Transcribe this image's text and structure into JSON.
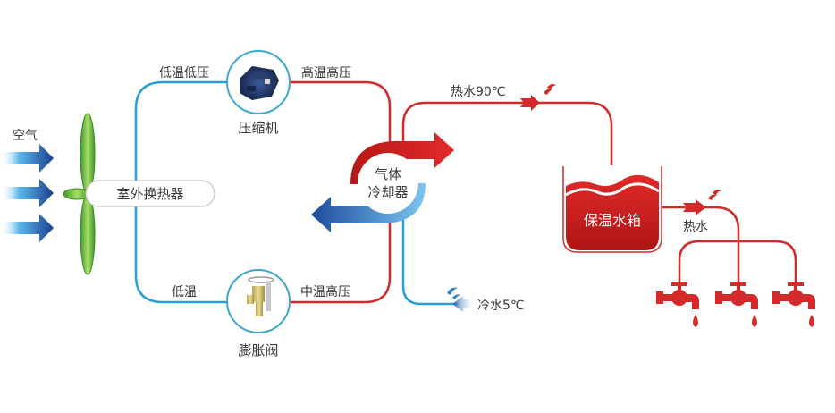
{
  "title": "空气源热泵热水系统原理图",
  "colors": {
    "cold_pipe": "#2a9fd6",
    "hot_pipe": "#d42a2a",
    "fan_green": "#7cc243",
    "air_arrow": "#1f4f9a",
    "tank_red": "#d01f1f",
    "text": "#3a3a3a"
  },
  "air": {
    "label": "空气",
    "icon": "air-flow-arrows"
  },
  "outdoor_heat_exchanger": {
    "label": "室外换热器",
    "icon": "fan-blade"
  },
  "compressor": {
    "label": "压缩机",
    "icon": "compressor-image"
  },
  "expansion_valve": {
    "label": "膨胀阀",
    "icon": "expansion-valve-image"
  },
  "gas_cooler": {
    "line1": "气体",
    "line2": "冷却器"
  },
  "pipe_labels": {
    "low_temp_low_pressure": "低温低压",
    "high_temp_high_pressure": "高温高压",
    "low_temp": "低温",
    "mid_temp_high_pressure": "中温高压"
  },
  "hot_water_out": "热水90℃",
  "cold_water_in": "冷水5℃",
  "tank": {
    "label": "保温水箱"
  },
  "hot_water_supply": "热水",
  "faucets": [
    {
      "name": "faucet-1"
    },
    {
      "name": "faucet-2"
    },
    {
      "name": "faucet-3"
    }
  ]
}
